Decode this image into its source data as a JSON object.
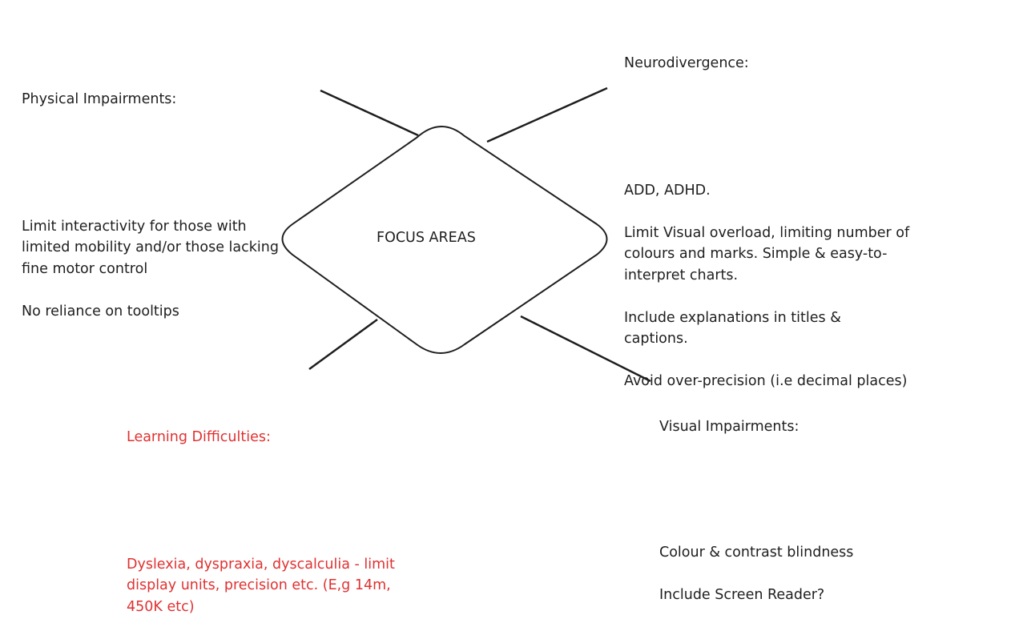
{
  "center": {
    "label": "FOCUS AREAS"
  },
  "colors": {
    "ink": "#1e1e1e",
    "highlight": "#e03131"
  },
  "nodes": {
    "physical": {
      "title": "Physical Impairments:",
      "body": "Limit interactivity for those with\nlimited mobility and/or those lacking\nfine motor control\n\nNo reliance on tooltips"
    },
    "neuro": {
      "title": "Neurodivergence:",
      "body": "ADD, ADHD.\n\nLimit Visual overload, limiting number of\ncolours and marks. Simple & easy-to-\ninterpret charts.\n\nInclude explanations in titles &\ncaptions.\n\nAvoid over-precision (i.e decimal places)"
    },
    "learning": {
      "title": "Learning Difficulties:",
      "body": "Dyslexia, dyspraxia, dyscalculia - limit\ndisplay units, precision etc. (E,g 14m,\n450K etc)"
    },
    "visual": {
      "title": "Visual Impairments:",
      "body": "Colour & contrast blindness\n\nInclude Screen Reader?"
    }
  }
}
